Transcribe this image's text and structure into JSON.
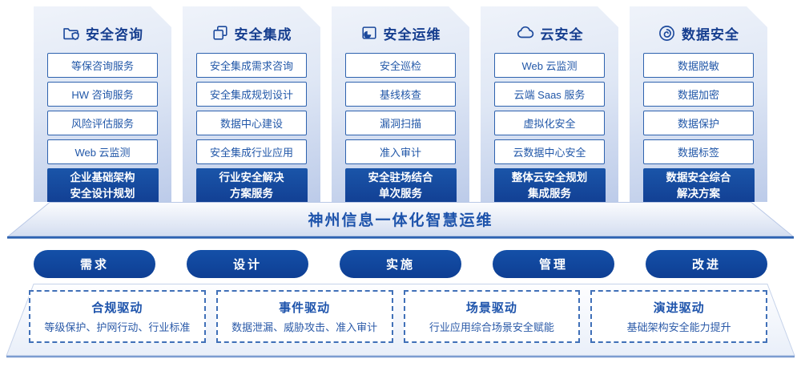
{
  "colors": {
    "navy_title": "#163E8F",
    "item_blue": "#2157A8",
    "footer_fill": "#14489D",
    "pill_fill": "#0F449C",
    "banner_text": "#1D53AB",
    "dashed_border": "#4070B8",
    "card_gradient_top": "#EFF3FA",
    "card_gradient_bottom": "#BCCBE9"
  },
  "columns": [
    {
      "title": "安全咨询",
      "icon": "folder-shield-icon",
      "items": [
        "等保咨询服务",
        "HW 咨询服务",
        "风险评估服务",
        "Web 云监测"
      ],
      "footer_line1": "企业基础架构",
      "footer_line2": "安全设计规划"
    },
    {
      "title": "安全集成",
      "icon": "copy-documents-icon",
      "items": [
        "安全集成需求咨询",
        "安全集成规划设计",
        "数据中心建设",
        "安全集成行业应用"
      ],
      "footer_line1": "行业安全解决",
      "footer_line2": "方案服务"
    },
    {
      "title": "安全运维",
      "icon": "folder-pie-icon",
      "items": [
        "安全巡检",
        "基线核查",
        "漏洞扫描",
        "准入审计"
      ],
      "footer_line1": "安全驻场结合",
      "footer_line2": "单次服务"
    },
    {
      "title": "云安全",
      "icon": "cloud-icon",
      "items": [
        "Web 云监测",
        "云端 Saas 服务",
        "虚拟化安全",
        "云数据中心安全"
      ],
      "footer_line1": "整体云安全规划",
      "footer_line2": "集成服务"
    },
    {
      "title": "数据安全",
      "icon": "swirl-icon",
      "items": [
        "数据脱敏",
        "数据加密",
        "数据保护",
        "数据标签"
      ],
      "footer_line1": "数据安全综合",
      "footer_line2": "解决方案"
    }
  ],
  "banner": {
    "title": "神州信息一体化智慧运维"
  },
  "process_pills": [
    {
      "label": "需求"
    },
    {
      "label": "设计"
    },
    {
      "label": "实施"
    },
    {
      "label": "管理"
    },
    {
      "label": "改进"
    }
  ],
  "drivers": [
    {
      "title": "合规驱动",
      "desc": "等级保护、护网行动、行业标准"
    },
    {
      "title": "事件驱动",
      "desc": "数据泄漏、威胁攻击、准入审计"
    },
    {
      "title": "场景驱动",
      "desc": "行业应用综合场景安全赋能"
    },
    {
      "title": "演进驱动",
      "desc": "基础架构安全能力提升"
    }
  ]
}
